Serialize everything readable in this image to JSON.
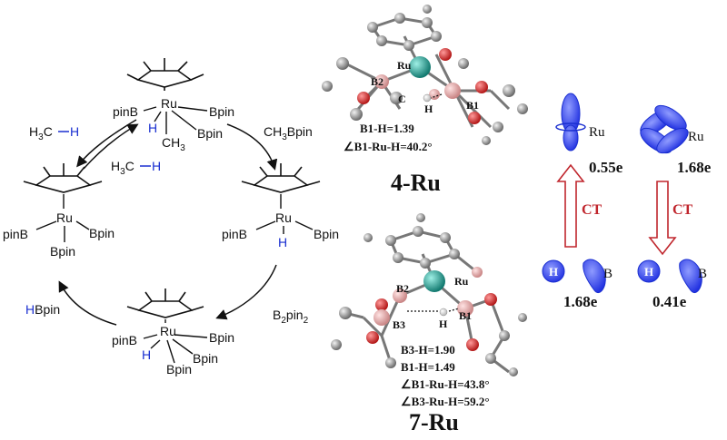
{
  "cycle": {
    "top": {
      "metal": "Ru",
      "left_ligand": "pinB",
      "right_ligand": "Bpin",
      "bottom_ligand": "Bpin",
      "hydride": "H",
      "methyl": "CH",
      "methyl_sub": "3"
    },
    "left": {
      "metal": "Ru",
      "left_ligand": "pinB",
      "right_ligand": "Bpin",
      "bottom_ligand": "Bpin"
    },
    "right": {
      "metal": "Ru",
      "left_ligand": "pinB",
      "right_ligand": "Bpin",
      "hydride": "H"
    },
    "bottom": {
      "metal": "Ru",
      "left_ligand": "pinB",
      "right_ligand": "Bpin",
      "bottom_ligand1": "Bpin",
      "bottom_ligand2": "Bpin",
      "hydride": "H"
    },
    "methane_in": {
      "part1": "H",
      "sub": "3",
      "part2": "C",
      "h": "H"
    },
    "methane_out": {
      "part1": "H",
      "sub": "3",
      "part2": "C",
      "h": "H"
    },
    "product_top": {
      "part1": "CH",
      "sub": "3",
      "part2": "Bpin"
    },
    "reagent": {
      "part1": "B",
      "sub1": "2",
      "part2": "pin",
      "sub2": "2"
    },
    "product_bottom": {
      "h": "H",
      "rest": "Bpin"
    }
  },
  "structures": {
    "s4": {
      "name": "4-Ru",
      "atoms": {
        "ru": "Ru",
        "b2": "B2",
        "c": "C",
        "h": "H",
        "b1": "B1"
      },
      "bond": "B1-H=1.39",
      "angle": "∠B1-Ru-H=40.2°"
    },
    "s7": {
      "name": "7-Ru",
      "atoms": {
        "ru": "Ru",
        "b2": "B2",
        "b3": "B3",
        "h": "H",
        "b1": "B1"
      },
      "bond1": "B3-H=1.90",
      "bond2": "B1-H=1.49",
      "angle1": "∠B1-Ru-H=43.8°",
      "angle2": "∠B3-Ru-H=59.2°"
    }
  },
  "orbitals": {
    "left": {
      "ru_label": "Ru",
      "ru_charge": "0.55e",
      "arrow": "CT",
      "h_label": "H",
      "b_label": "B",
      "hb_charge": "1.68e"
    },
    "right": {
      "ru_label": "Ru",
      "ru_charge": "1.68e",
      "arrow": "CT",
      "h_label": "H",
      "b_label": "B",
      "hb_charge": "0.41e"
    }
  },
  "colors": {
    "hydride_blue": "#1a2fd0",
    "ct_red": "#c0262d",
    "orbital_blue": "#1f2fe0",
    "ru_teal": "#1f9a8f",
    "boron_pink": "#e8a8a8"
  }
}
